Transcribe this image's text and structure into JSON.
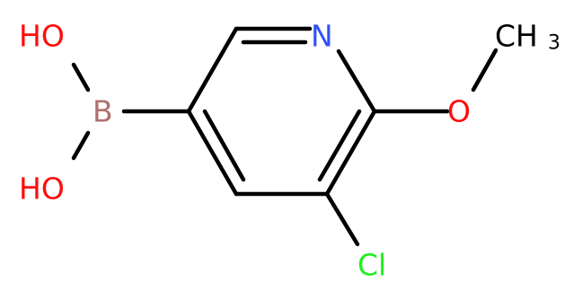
{
  "molecule": {
    "atoms": {
      "oh_top": "HO",
      "oh_bottom": "HO",
      "boron": "B",
      "nitrogen": "N",
      "oxygen": "O",
      "chlorine": "Cl",
      "methyl_main": "CH",
      "methyl_sub": "3"
    },
    "colors": {
      "bond": "#000000",
      "oxygen": "#ff0d0d",
      "boron": "#b07171",
      "nitrogen": "#3050f8",
      "chlorine": "#1ff01f",
      "carbon": "#000000"
    }
  }
}
